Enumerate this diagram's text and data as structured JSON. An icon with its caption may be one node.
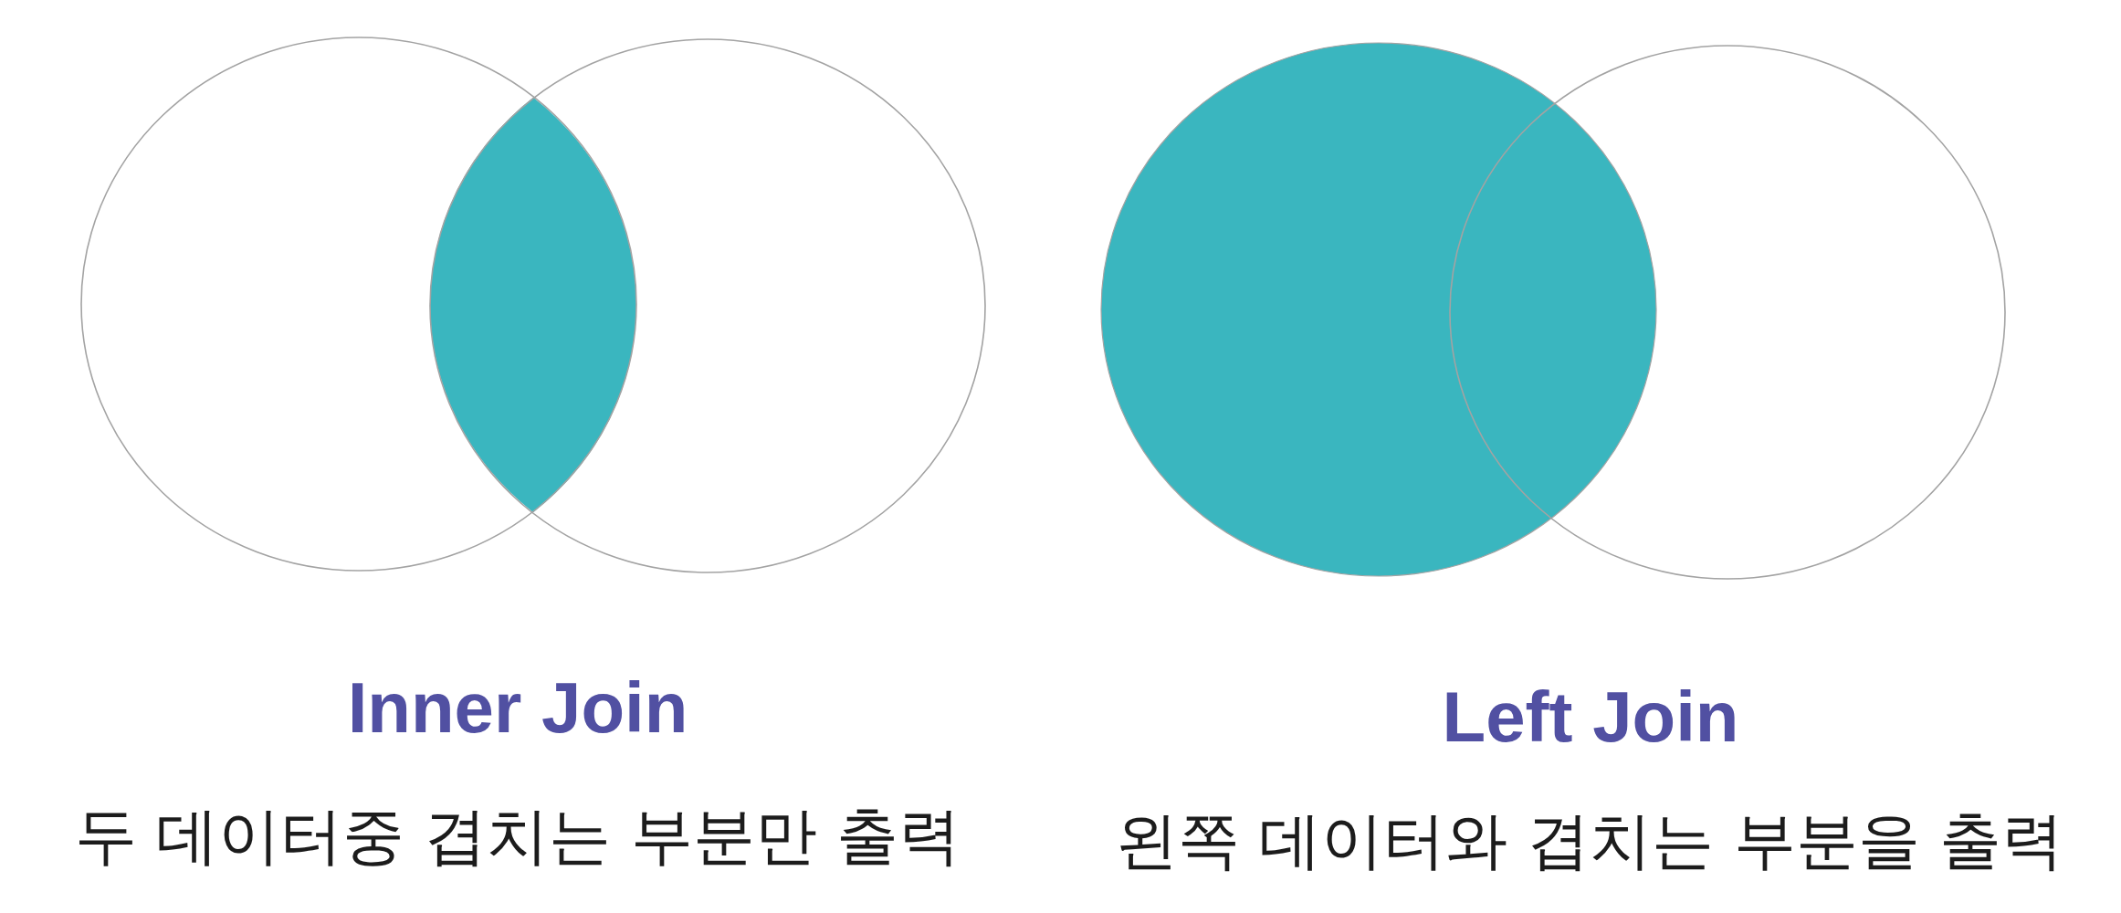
{
  "diagram": {
    "labels": [
      "Inner Join",
      "Left Join",
      "두 데이터중 겹치는 부분만 출력",
      "왼쪽 데이터와 겹치는 부분을 출력"
    ]
  }
}
